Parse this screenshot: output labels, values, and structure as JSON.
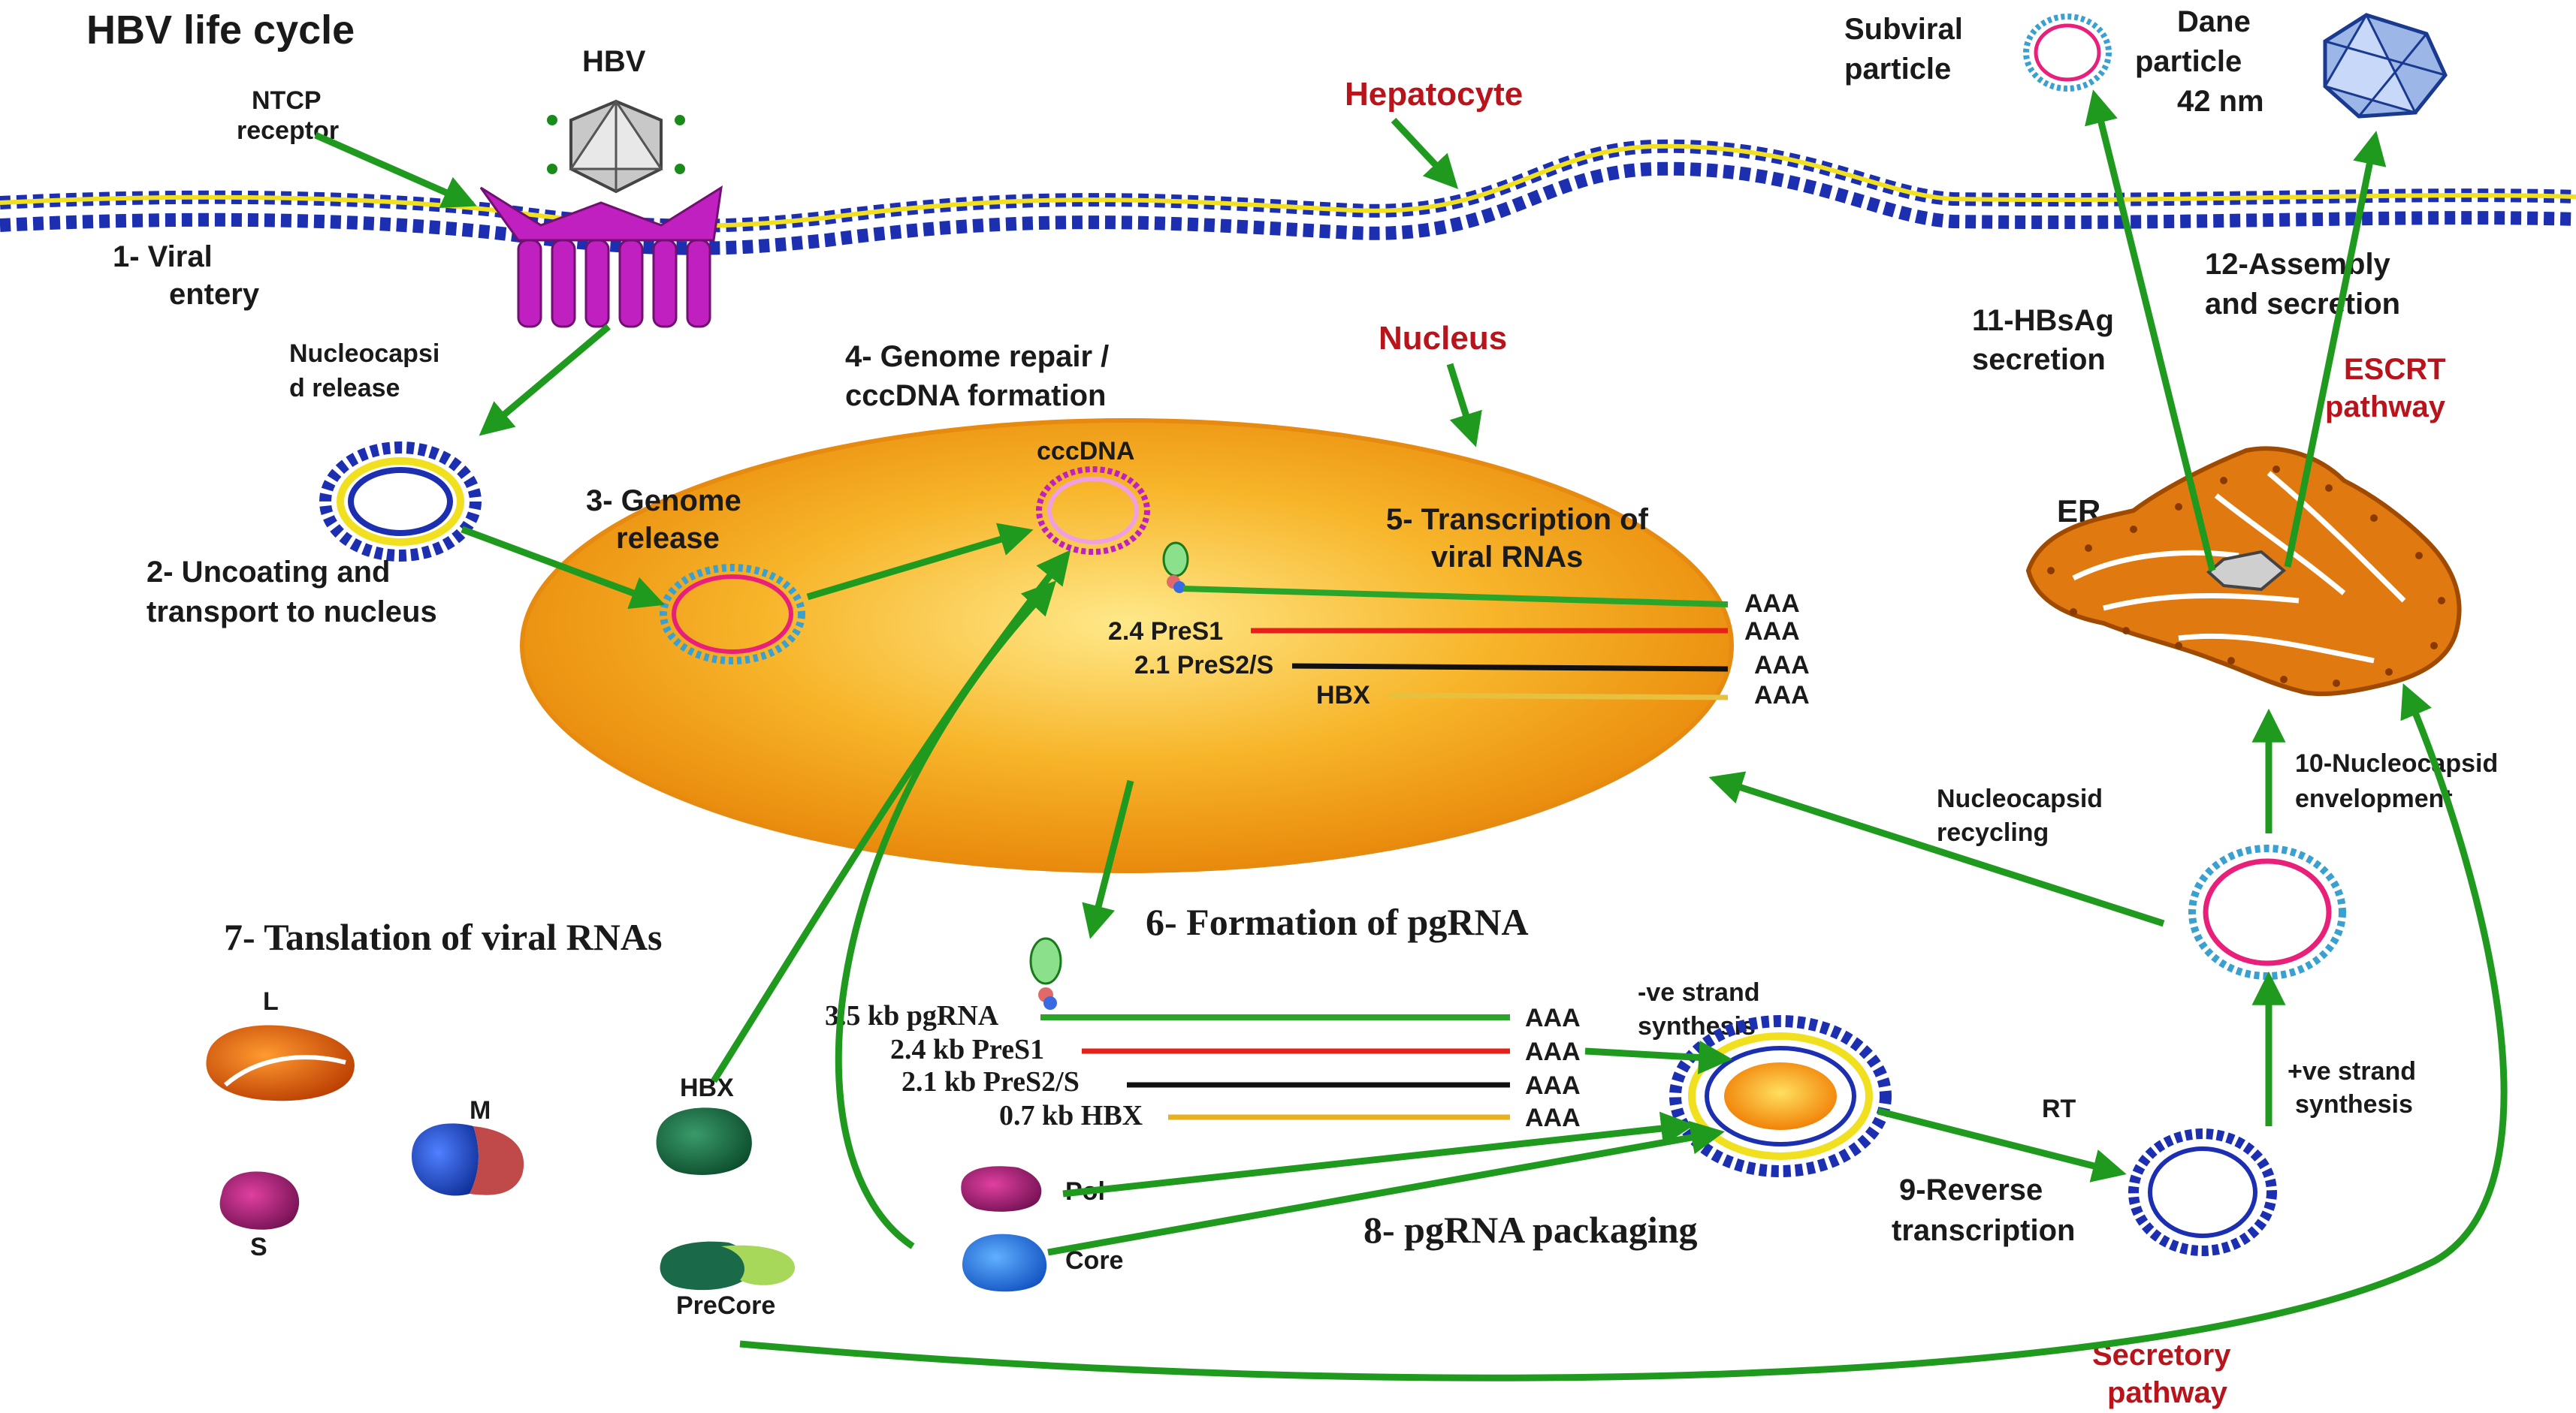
{
  "title": "HBV life cycle",
  "labels": {
    "hbv": "HBV",
    "ntcp_1": "NTCP",
    "ntcp_2": "receptor",
    "hepatocyte": "Hepatocyte",
    "viral_entry_1": "1- Viral",
    "viral_entry_2": "entery",
    "nucleocapsid_release_1": "Nucleocapsi",
    "nucleocapsid_release_2": "d release",
    "uncoating_1": "2- Uncoating and",
    "uncoating_2": "transport to nucleus",
    "genome_release_1": "3- Genome",
    "genome_release_2": "release",
    "genome_repair_1": "4- Genome repair /",
    "genome_repair_2": "cccDNA formation",
    "nucleus": "Nucleus",
    "cccdna": "cccDNA",
    "transcription_1": "5- Transcription of",
    "transcription_2": "viral RNAs",
    "subviral_1": "Subviral",
    "subviral_2": "particle",
    "dane_1": "Dane",
    "dane_2": "particle",
    "dane_3": "42 nm",
    "assembly_1": "12-Assembly",
    "assembly_2": "and secretion",
    "hbsag_1": "11-HBsAg",
    "hbsag_2": "secretion",
    "escrt_1": "ESCRT",
    "escrt_2": "pathway",
    "er": "ER",
    "nucleocapsid_env_1": "10-Nucleocapsid",
    "nucleocapsid_env_2": "envelopment",
    "nucleocapsid_rec_1": "Nucleocapsid",
    "nucleocapsid_rec_2": "recycling",
    "pos_strand_1": "+ve strand",
    "pos_strand_2": "synthesis",
    "neg_strand_1": "-ve strand",
    "neg_strand_2": "synthesis",
    "rt": "RT",
    "reverse_transcription_1": "9-Reverse",
    "reverse_transcription_2": "transcription",
    "pgrna_formation": "6- Formation of pgRNA",
    "translation": "7- Tanslation of viral RNAs",
    "packaging": "8- pgRNA packaging",
    "secretory_1": "Secretory",
    "secretory_2": "pathway",
    "protein_l": "L",
    "protein_m": "M",
    "protein_s": "S",
    "protein_hbx": "HBX",
    "protein_precore": "PreCore",
    "protein_pol": "Pol",
    "protein_core": "Core"
  },
  "nuclear_transcripts": [
    {
      "label": "",
      "tail": "AAA",
      "color": "#2aa52a"
    },
    {
      "label": "2.4 PreS1",
      "tail": "AAA",
      "color": "#e8201c"
    },
    {
      "label": "2.1 PreS2/S",
      "tail": "AAA",
      "color": "#111111"
    },
    {
      "label": "HBX",
      "tail": "AAA",
      "color": "#e8c040"
    }
  ],
  "cytoplasm_transcripts": [
    {
      "label": "3.5 kb pgRNA",
      "tail": "AAA",
      "color": "#2aa52a"
    },
    {
      "label": "2.4 kb PreS1",
      "tail": "AAA",
      "color": "#e8201c"
    },
    {
      "label": "2.1 kb PreS2/S",
      "tail": "AAA",
      "color": "#111111"
    },
    {
      "label": "0.7 kb HBX",
      "tail": "AAA",
      "color": "#e8b020"
    }
  ],
  "colors": {
    "arrow": "#1f9a1f",
    "membrane_head": "#1c2fb0",
    "membrane_tail": "#f0e020",
    "nucleus": "#f5a21a",
    "er": "#e07a10",
    "receptor": "#c020c0",
    "highlight_text": "#b8141c"
  }
}
